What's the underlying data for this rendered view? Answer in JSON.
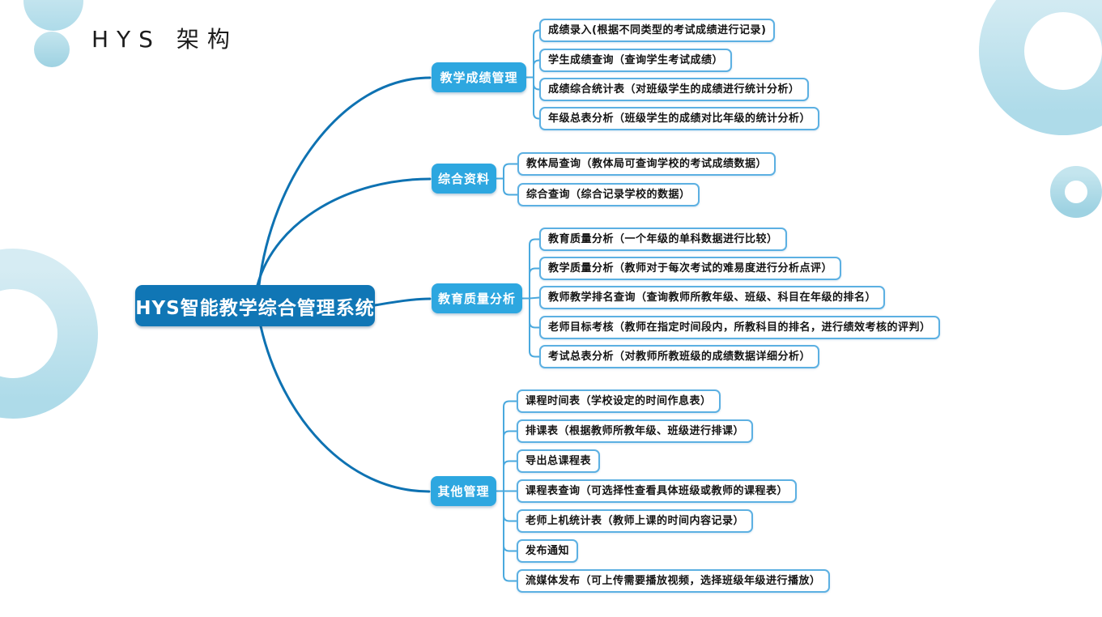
{
  "slide": {
    "title": "HYS 架构"
  },
  "mindmap": {
    "root": "HYS智能教学综合管理系统",
    "branches": [
      {
        "label": "教学成绩管理",
        "children": [
          "成绩录入(根据不同类型的考试成绩进行记录)",
          "学生成绩查询（查询学生考试成绩）",
          "成绩综合统计表（对班级学生的成绩进行统计分析）",
          "年级总表分析（班级学生的成绩对比年级的统计分析）"
        ]
      },
      {
        "label": "综合资料",
        "children": [
          "教体局查询（教体局可查询学校的考试成绩数据）",
          "综合查询（综合记录学校的数据）"
        ]
      },
      {
        "label": "教育质量分析",
        "children": [
          "教育质量分析（一个年级的单科数据进行比较）",
          "教学质量分析（教师对于每次考试的难易度进行分析点评）",
          "教师教学排名查询（查询教师所教年级、班级、科目在年级的排名）",
          "老师目标考核（教师在指定时间段内，所教科目的排名，进行绩效考核的评判）",
          "考试总表分析（对教师所教班级的成绩数据详细分析）"
        ]
      },
      {
        "label": "其他管理",
        "children": [
          "课程时间表（学校设定的时间作息表）",
          "排课表（根据教师所教年级、班级进行排课）",
          "导出总课程表",
          "课程表查询（可选择性查看具体班级或教师的课程表）",
          "老师上机统计表（教师上课的时间内容记录）",
          "发布通知",
          "流媒体发布（可上传需要播放视频，选择班级年级进行播放）"
        ]
      }
    ]
  },
  "colors": {
    "root_fill": "#1076b5",
    "branch_fill": "#2da7e0",
    "child_border": "#5cb0e2",
    "line_dark": "#0e72b2",
    "line_light": "#4aa9de",
    "title_text": "#1c1c1c",
    "decor_gradient_light": "#d6ecf3",
    "decor_gradient_dark": "#9ed2e2"
  }
}
